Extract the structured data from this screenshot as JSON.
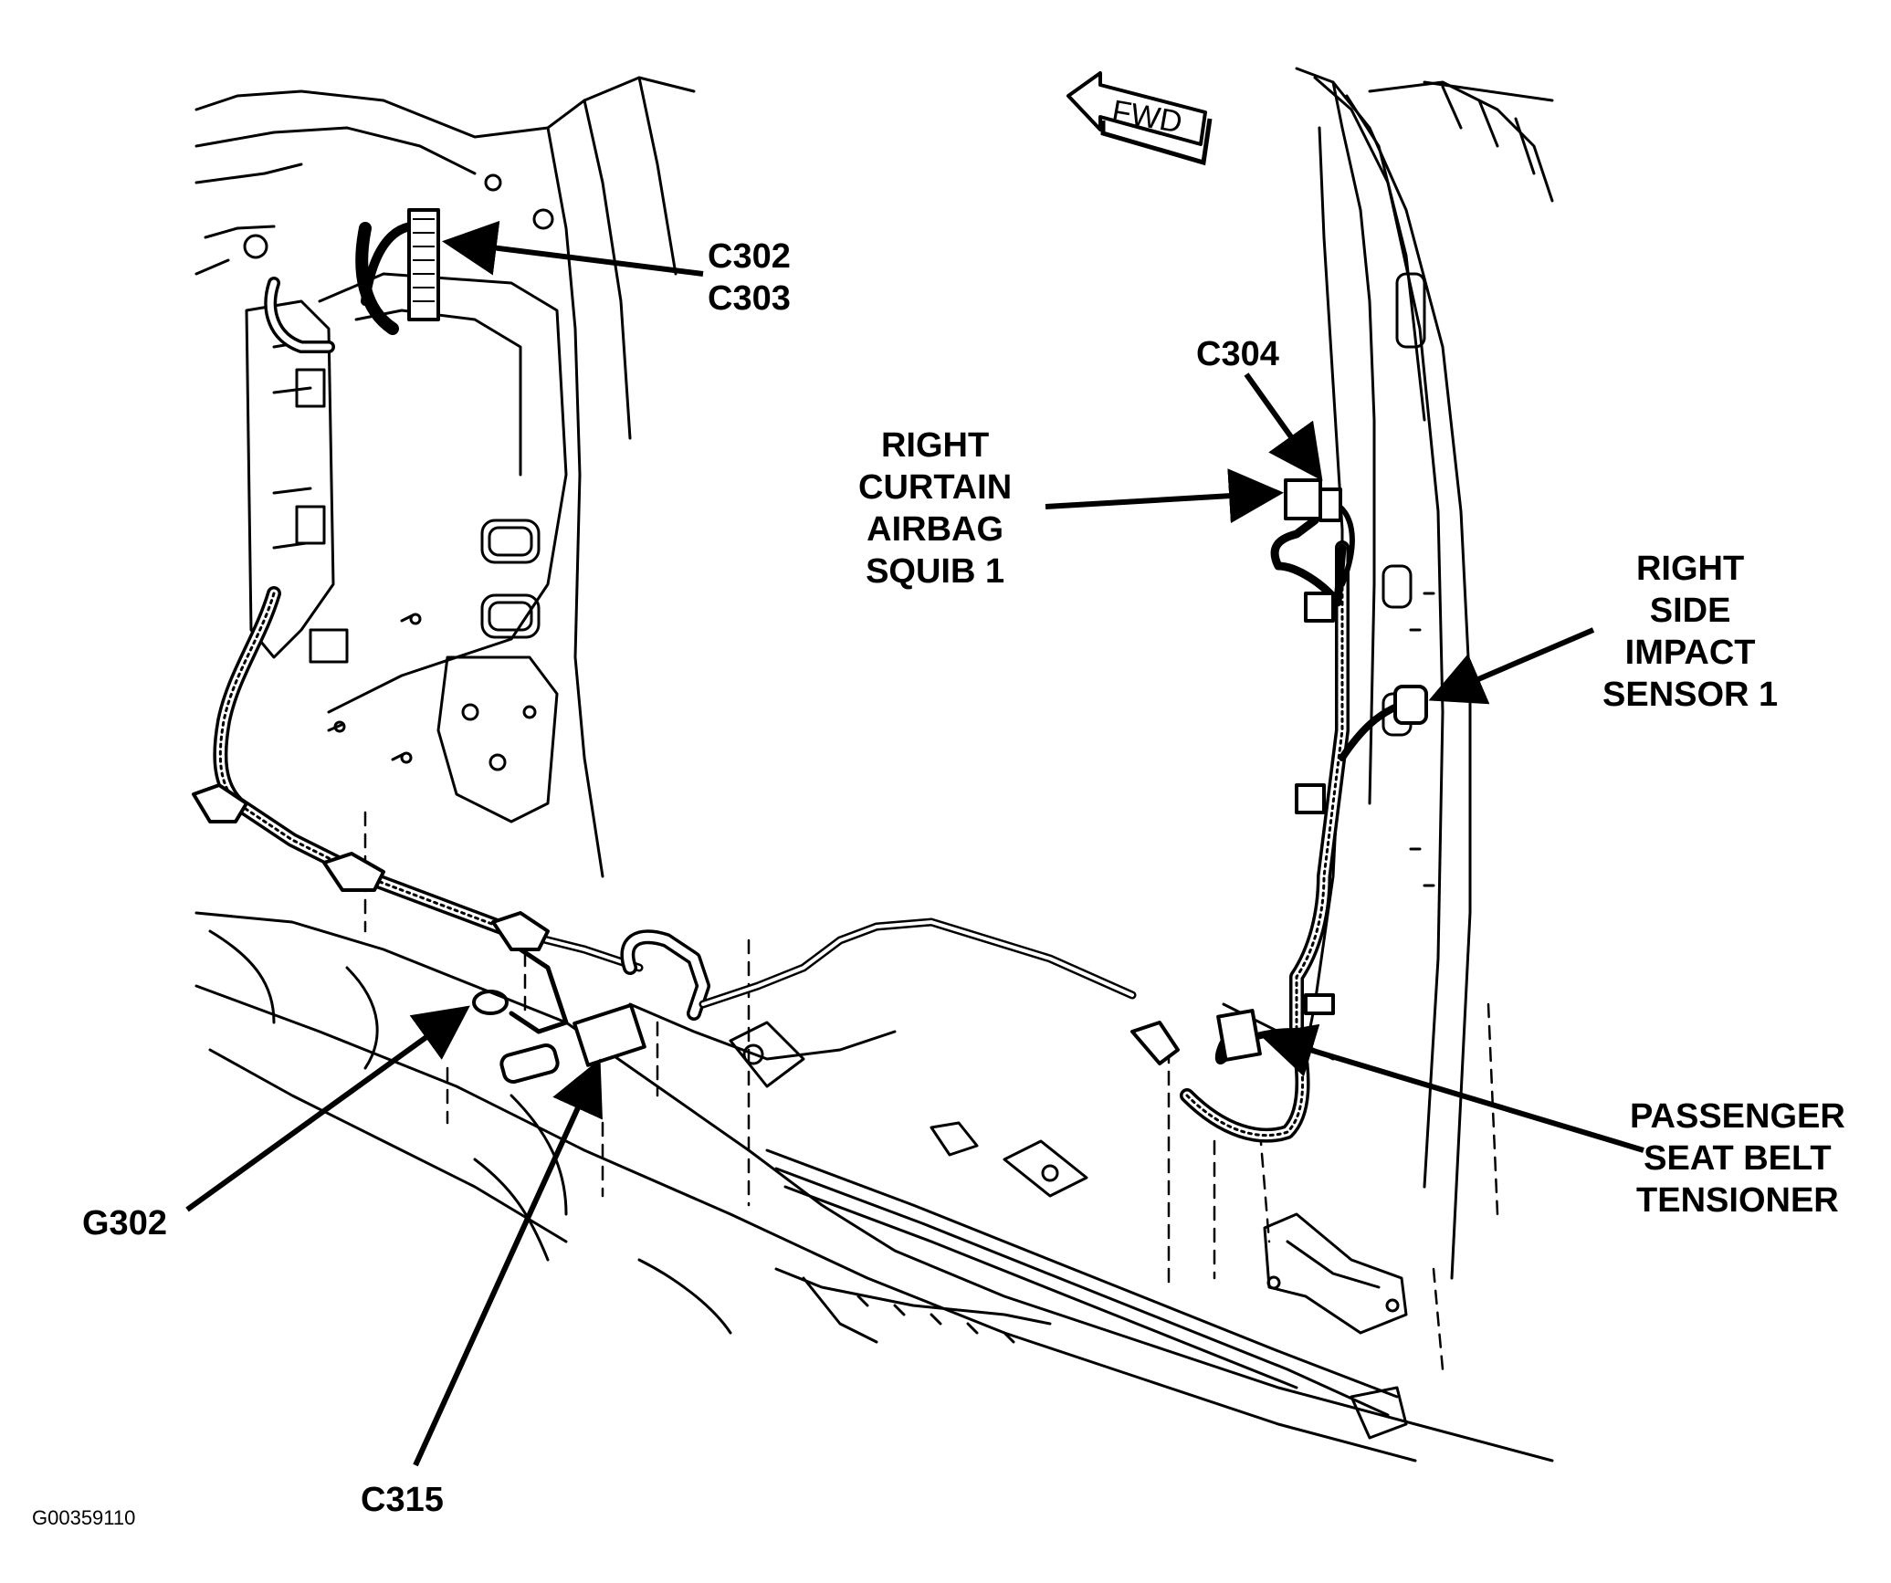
{
  "labels": {
    "c302": "C302",
    "c303": "C303",
    "c304": "C304",
    "curtain_airbag": [
      "RIGHT",
      "CURTAIN",
      "AIRBAG",
      "SQUIB 1"
    ],
    "side_impact": [
      "RIGHT",
      "SIDE",
      "IMPACT",
      "SENSOR 1"
    ],
    "seat_belt": [
      "PASSENGER",
      "SEAT BELT",
      "TENSIONER"
    ],
    "g302": "G302",
    "c315": "C315",
    "fwd": "FWD",
    "figure_id": "G00359110"
  },
  "colors": {
    "line": "#000000",
    "background": "#ffffff"
  }
}
